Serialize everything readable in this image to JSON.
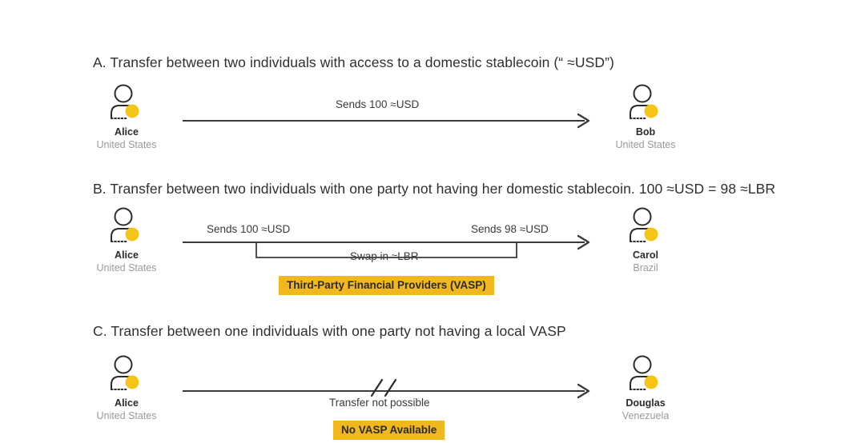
{
  "diagram": {
    "title_visible": false,
    "accent_color": "#F0B71E",
    "line_color": "#3a3a3a",
    "sections": [
      {
        "id": "a",
        "heading": "A. Transfer between two individuals with access to a domestic stablecoin (“ ≈USD”)",
        "left_actor": {
          "name": "Alice",
          "place": "United States",
          "icon": "person-avatar-icon"
        },
        "right_actor": {
          "name": "Bob",
          "place": "United States",
          "icon": "person-avatar-icon"
        },
        "arrow_caption": "Sends 100 ≈USD"
      },
      {
        "id": "b",
        "heading": "B. Transfer between two individuals with one party not having her domestic stablecoin. 100 ≈USD = 98 ≈LBR",
        "left_actor": {
          "name": "Alice",
          "place": "United States",
          "icon": "person-avatar-icon"
        },
        "right_actor": {
          "name": "Carol",
          "place": "Brazil",
          "icon": "person-avatar-icon"
        },
        "caption_left": "Sends 100 ≈USD",
        "caption_right": "Sends 98 ≈USD",
        "caption_swap": "Swap in ≈LBR",
        "badge": "Third-Party Financial Providers (VASP)"
      },
      {
        "id": "c",
        "heading": "C. Transfer between one individuals with one party not having a local VASP",
        "left_actor": {
          "name": "Alice",
          "place": "United States",
          "icon": "person-avatar-icon"
        },
        "right_actor": {
          "name": "Douglas",
          "place": "Venezuela",
          "icon": "person-avatar-icon"
        },
        "arrow_caption": "Transfer not possible",
        "badge": "No VASP Available"
      }
    ]
  }
}
